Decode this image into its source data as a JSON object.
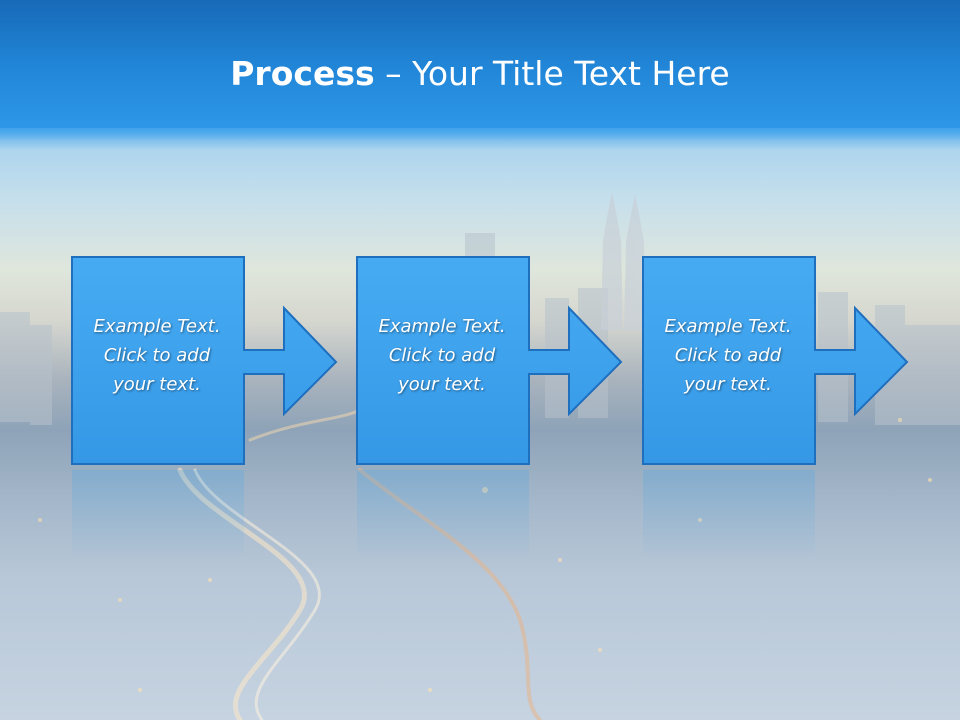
{
  "slide": {
    "title_bold": "Process",
    "title_rest": " – Your Title Text Here"
  },
  "steps": [
    {
      "line1": "Example Text.",
      "line2": "Click  to add",
      "line3": "your text."
    },
    {
      "line1": "Example Text.",
      "line2": "Click  to add",
      "line3": "your text."
    },
    {
      "line1": "Example Text.",
      "line2": "Click  to add",
      "line3": "your text."
    }
  ],
  "colors": {
    "header": "#2287d9",
    "shape_fill": "#3ea3f0",
    "shape_stroke": "#1f6fbf",
    "text": "#ffffff"
  }
}
